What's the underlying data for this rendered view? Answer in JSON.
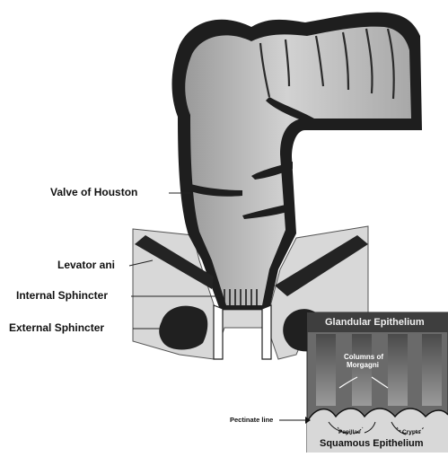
{
  "labels": {
    "valve_of_houston": "Valve of Houston",
    "levator_ani": "Levator ani",
    "internal_sphincter": "Internal Sphincter",
    "external_sphincter": "External Sphincter",
    "pectinate_line": "Pectinate line"
  },
  "inset": {
    "top_title": "Glandular Epithelium",
    "columns_label_line1": "Columns of",
    "columns_label_line2": "Morgagni",
    "papillae": "Papillae",
    "crypts": "Crypts",
    "bottom_title": "Squamous Epithelium"
  },
  "colors": {
    "outer_wall": "#1c1c1c",
    "lumen": "#bdbdbd",
    "background_tissue": "#d6d6d6",
    "muscle": "#2a2a2a",
    "inset_bg": "#6d6d6d"
  }
}
